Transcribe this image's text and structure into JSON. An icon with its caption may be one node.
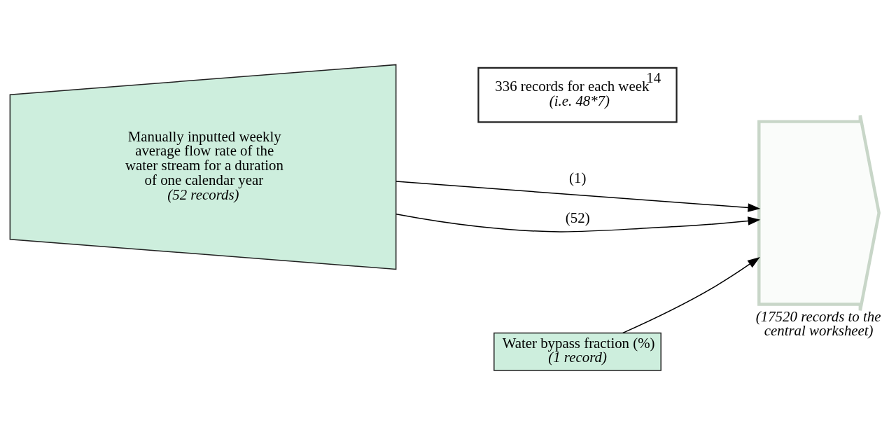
{
  "diagram": {
    "nodes": [
      {
        "text": [],
        "shape": "box"
      },
      {
        "text": [
          "Manually inputted weekly average flow rate of the water stream for a duration of one calendar year",
          "(52 records)"
        ]
      },
      {
        "text": [
          "Water bypass fraction (%)",
          "(1 record)"
        ]
      },
      {
        "text": [],
        "shape": "arrow",
        "beside": [
          "(17520 records to the central worksheet)"
        ]
      }
    ],
    "edges": [
      {
        "from": 1,
        "to": 3,
        "arrow": "to",
        "label": "(1)"
      },
      {
        "from": 1,
        "to": 3,
        "arrow": "to",
        "label": "(52)"
      },
      {
        "from": 2,
        "to": 3,
        "arrow": "to"
      }
    ],
    "labels": [
      "336 records for each week",
      "14",
      "(i.e. 48*7)"
    ]
  }
}
